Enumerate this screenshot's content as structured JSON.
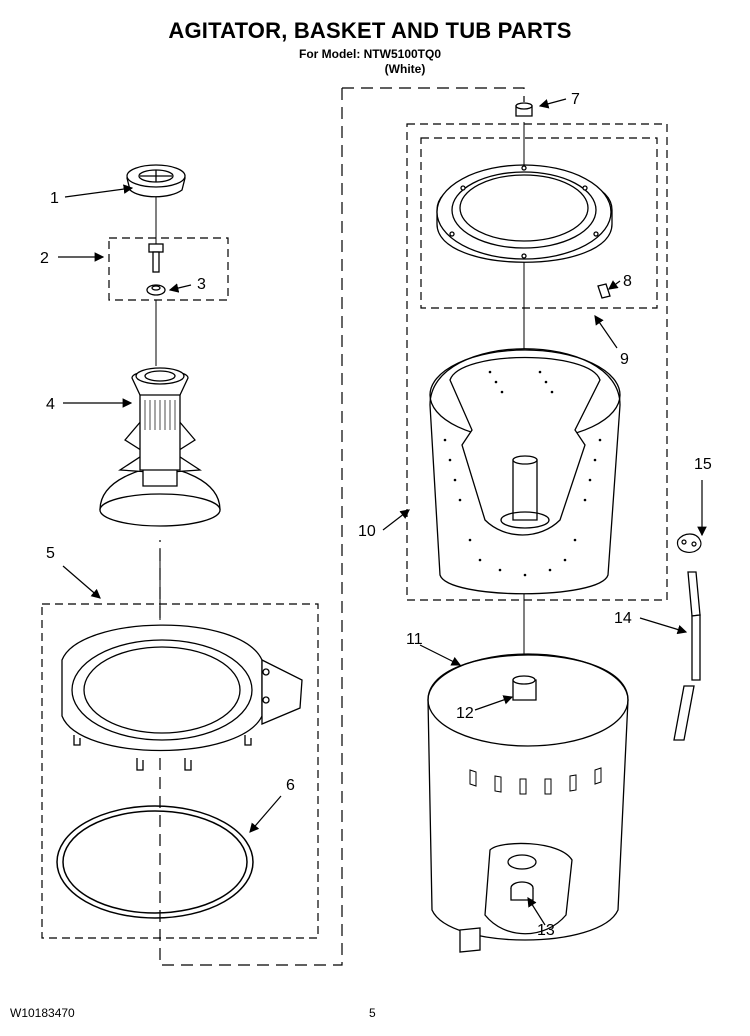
{
  "header": {
    "title": "AGITATOR, BASKET AND TUB PARTS",
    "model_line": "For Model: NTW5100TQ0",
    "color_line": "(White)"
  },
  "footer": {
    "doc_number": "W10183470",
    "page_number": "5"
  },
  "callouts": [
    "1",
    "2",
    "3",
    "4",
    "5",
    "6",
    "7",
    "8",
    "9",
    "10",
    "11",
    "12",
    "13",
    "14",
    "15"
  ]
}
